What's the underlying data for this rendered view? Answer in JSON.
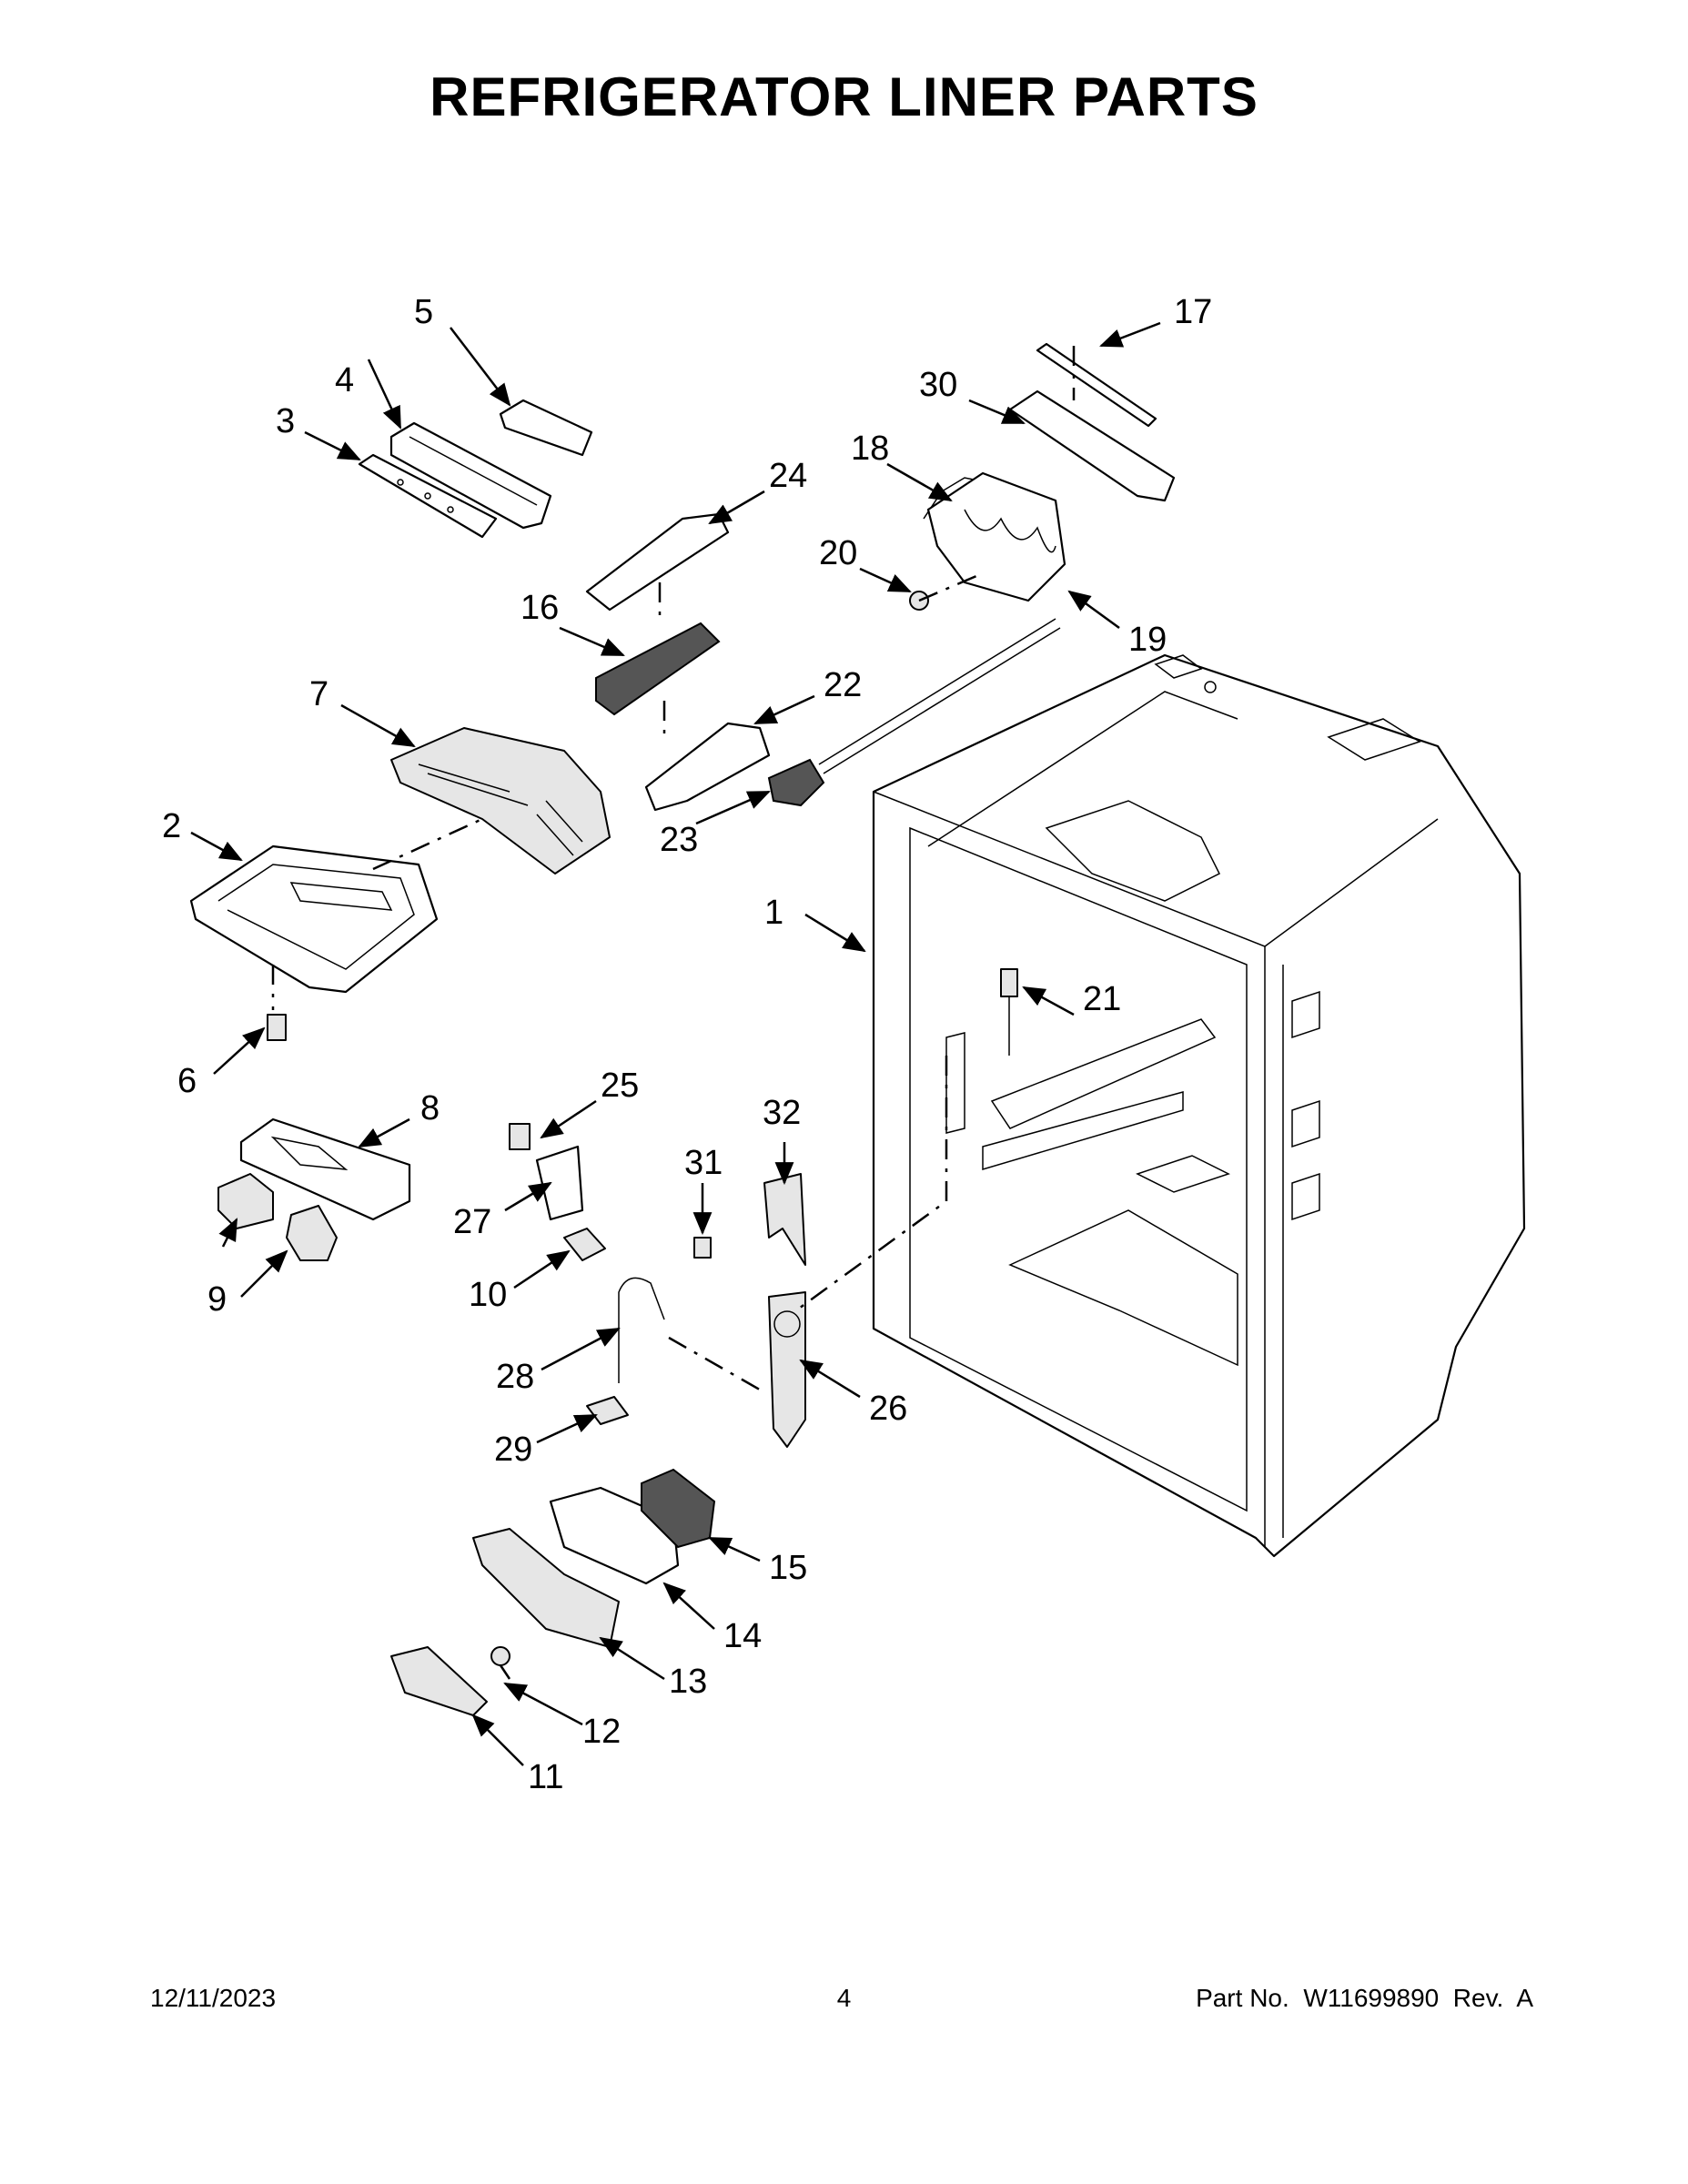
{
  "title": "REFRIGERATOR LINER PARTS",
  "footer": {
    "date": "12/11/2023",
    "page": "4",
    "part_number": "Part No.  W11699890  Rev.  A"
  },
  "callouts": [
    "1",
    "2",
    "3",
    "4",
    "5",
    "6",
    "7",
    "8",
    "9",
    "9",
    "10",
    "11",
    "12",
    "13",
    "14",
    "15",
    "16",
    "17",
    "18",
    "19",
    "20",
    "21",
    "22",
    "23",
    "24",
    "25",
    "26",
    "27",
    "28",
    "29",
    "30",
    "31",
    "32"
  ]
}
